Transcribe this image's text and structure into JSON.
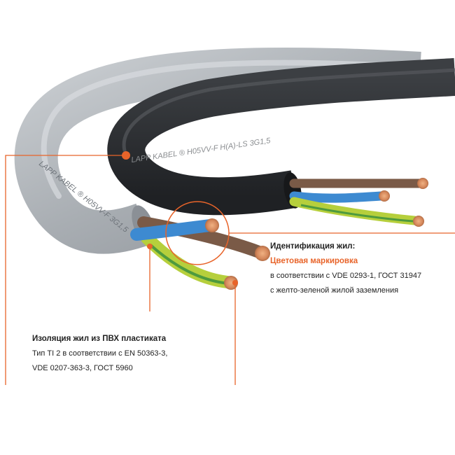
{
  "colors": {
    "accent": "#e8642a",
    "grey_jacket": "#b7bcc1",
    "black_jacket": "#2b2d30",
    "brown_core": "#7a5a47",
    "blue_core": "#3d8ad1",
    "yellow_green_core": "#b6cf3c",
    "copper": "#d4875b"
  },
  "cable_print": {
    "grey": "LAPP KABEL ® H05VV-F 3G1,5",
    "black": "LAPP KABEL ® H05VV-F H(A)-LS 3G1,5"
  },
  "callout_right": {
    "title": "Идентификация жил:",
    "accent": "Цветовая маркировка",
    "line1": "в соответствии с VDE 0293-1, ГОСТ 31947",
    "line2": "с желто-зеленой жилой заземления"
  },
  "callout_left": {
    "title": "Изоляция жил из ПВХ пластиката",
    "line1": "Тип TI 2 в соответствии с EN 50363-3,",
    "line2": "VDE 0207-363-3, ГОСТ 5960"
  }
}
